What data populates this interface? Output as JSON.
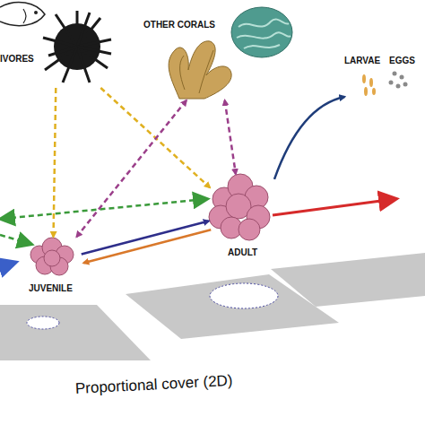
{
  "diagram": {
    "nodes": [
      {
        "text": [
          "IVORES"
        ]
      },
      {
        "text": [
          "OTHER CORALS"
        ]
      },
      {
        "text": [
          "LARVAE"
        ]
      },
      {
        "text": [
          "EGGS"
        ]
      },
      {
        "text": [
          "ADULT"
        ]
      },
      {
        "text": [
          "JUVENILE"
        ]
      }
    ],
    "edges": [
      {
        "from": 0,
        "to": 5,
        "arrow": "to"
      },
      {
        "from": 0,
        "to": 4,
        "arrow": "to"
      },
      {
        "from": 1,
        "to": 5,
        "arrow": "both"
      },
      {
        "from": 1,
        "to": 4,
        "arrow": "both"
      },
      {
        "from": 5,
        "to": 4,
        "arrow": "to"
      },
      {
        "from": 4,
        "to": 5,
        "arrow": "to"
      },
      {
        "from": 4,
        "to": 2,
        "arrow": "to"
      }
    ],
    "labels": [
      "Proportional cover (2D)"
    ]
  }
}
